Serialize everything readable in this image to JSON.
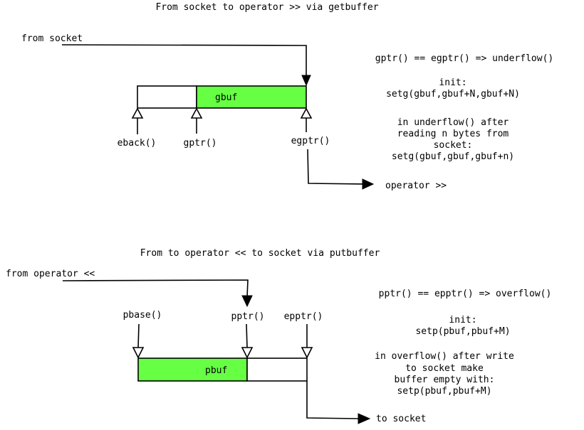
{
  "colors": {
    "buffer_fill": "#66ff44",
    "ink": "#000000",
    "background": "#ffffff"
  },
  "get_section": {
    "title": "From socket to operator >> via getbuffer",
    "source_label": "from socket",
    "buffer_label": "gbuf",
    "eback_label": "eback()",
    "gptr_label": "gptr()",
    "egptr_label": "egptr()",
    "dest_label": "operator >>",
    "condition": "gptr() == egptr() => underflow()",
    "init_heading": "init:",
    "init_call": "setg(gbuf,gbuf+N,gbuf+N)",
    "underflow_lines": [
      "in underflow() after",
      "reading n bytes from",
      "socket:",
      "setg(gbuf,gbuf,gbuf+n)"
    ]
  },
  "put_section": {
    "title": "From to operator << to socket via putbuffer",
    "source_label": "from operator <<",
    "buffer_label": "pbuf",
    "pbase_label": "pbase()",
    "pptr_label": "pptr()",
    "epptr_label": "epptr()",
    "dest_label": "to socket",
    "condition": "pptr() == epptr() => overflow()",
    "init_heading": "init:",
    "init_call": "setp(pbuf,pbuf+M)",
    "overflow_lines": [
      "in overflow() after write",
      "to socket make",
      "buffer empty with:",
      "setp(pbuf,pbuf+M)"
    ]
  }
}
